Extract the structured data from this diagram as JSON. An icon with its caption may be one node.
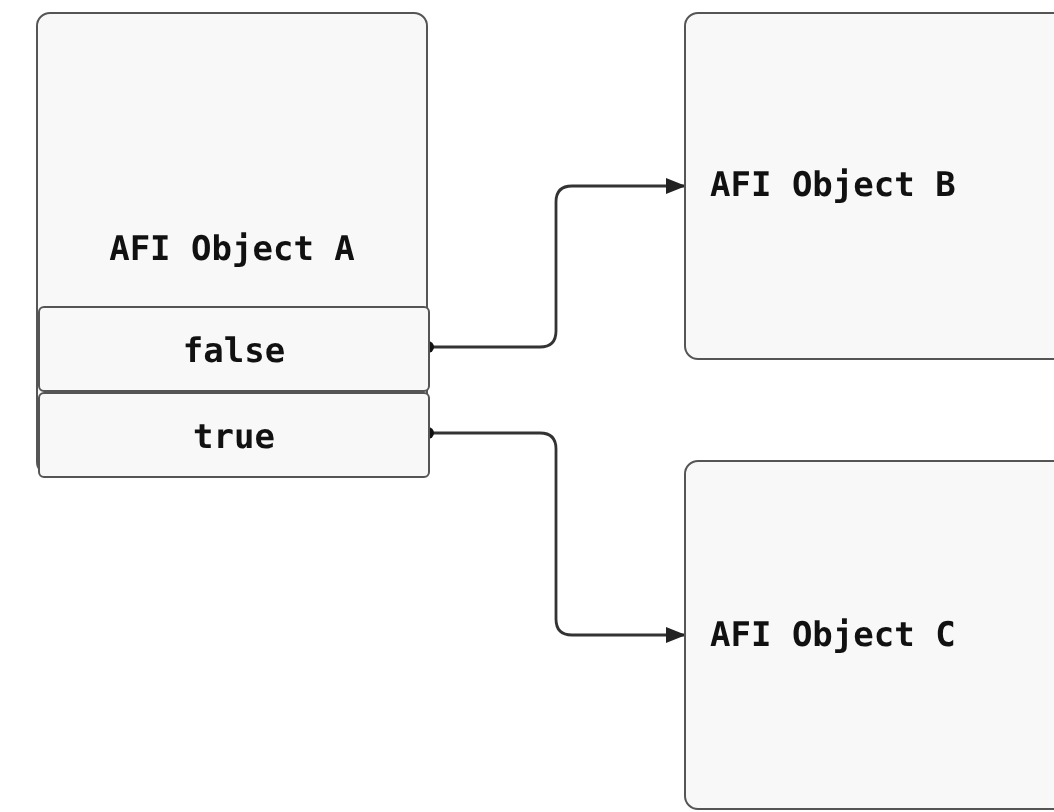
{
  "diagram": {
    "nodes": [
      {
        "text": [
          "AFI Object A"
        ]
      },
      {
        "text": [
          "false"
        ],
        "in": 0
      },
      {
        "text": [
          "true"
        ],
        "in": 0
      },
      {
        "text": [
          "AFI Object B"
        ]
      },
      {
        "text": [
          "AFI Object C"
        ]
      }
    ],
    "edges": [
      {
        "from": 1,
        "to": 3,
        "arrow": "to"
      },
      {
        "from": 2,
        "to": 4,
        "arrow": "to"
      }
    ]
  }
}
